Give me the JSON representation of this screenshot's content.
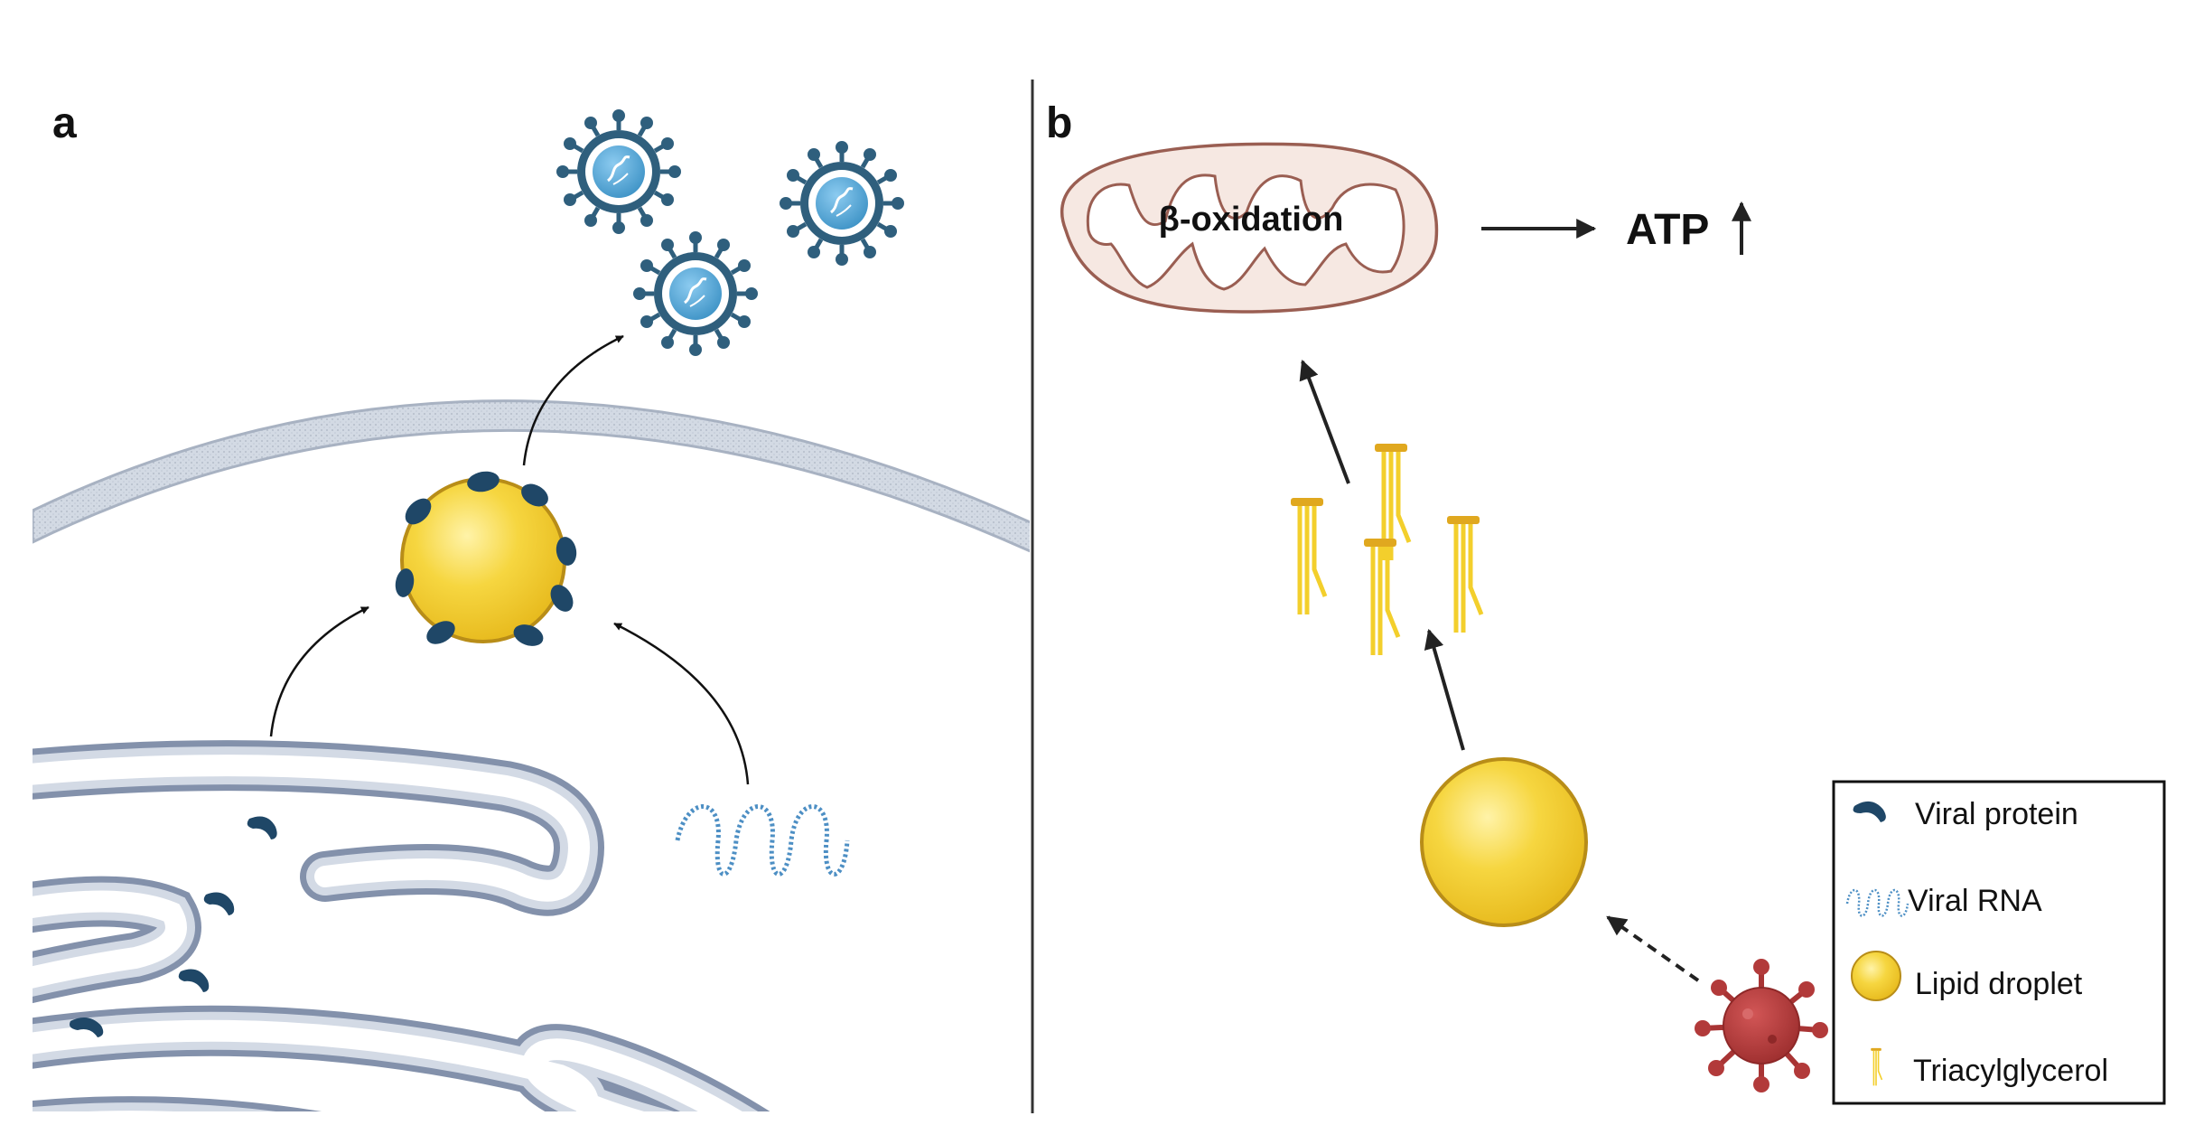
{
  "panels": {
    "a": {
      "label": "a"
    },
    "b": {
      "label": "b",
      "mito_text": "β-oxidation",
      "atp_text": "ATP"
    }
  },
  "legend": {
    "items": [
      {
        "label": "Viral protein",
        "icon": "viral-protein-icon"
      },
      {
        "label": "Viral RNA",
        "icon": "viral-rna-icon"
      },
      {
        "label": "Lipid droplet",
        "icon": "lipid-droplet-icon"
      },
      {
        "label": "Triacylglycerol",
        "icon": "triacylglycerol-icon"
      }
    ]
  },
  "colors": {
    "virus_blue": "#2f5f7d",
    "virus_core": "#4aa3d6",
    "viral_protein": "#1f4767",
    "lipid_yellow": "#f3cf2c",
    "membrane": "#c3cbd8",
    "golgi_stroke": "#8391ab",
    "golgi_fill": "#cfd6e3",
    "mito_stroke": "#9a5e52",
    "mito_fill": "#f6e8e2",
    "red_virus": "#b23a3a",
    "tag": "#e0a81f"
  }
}
